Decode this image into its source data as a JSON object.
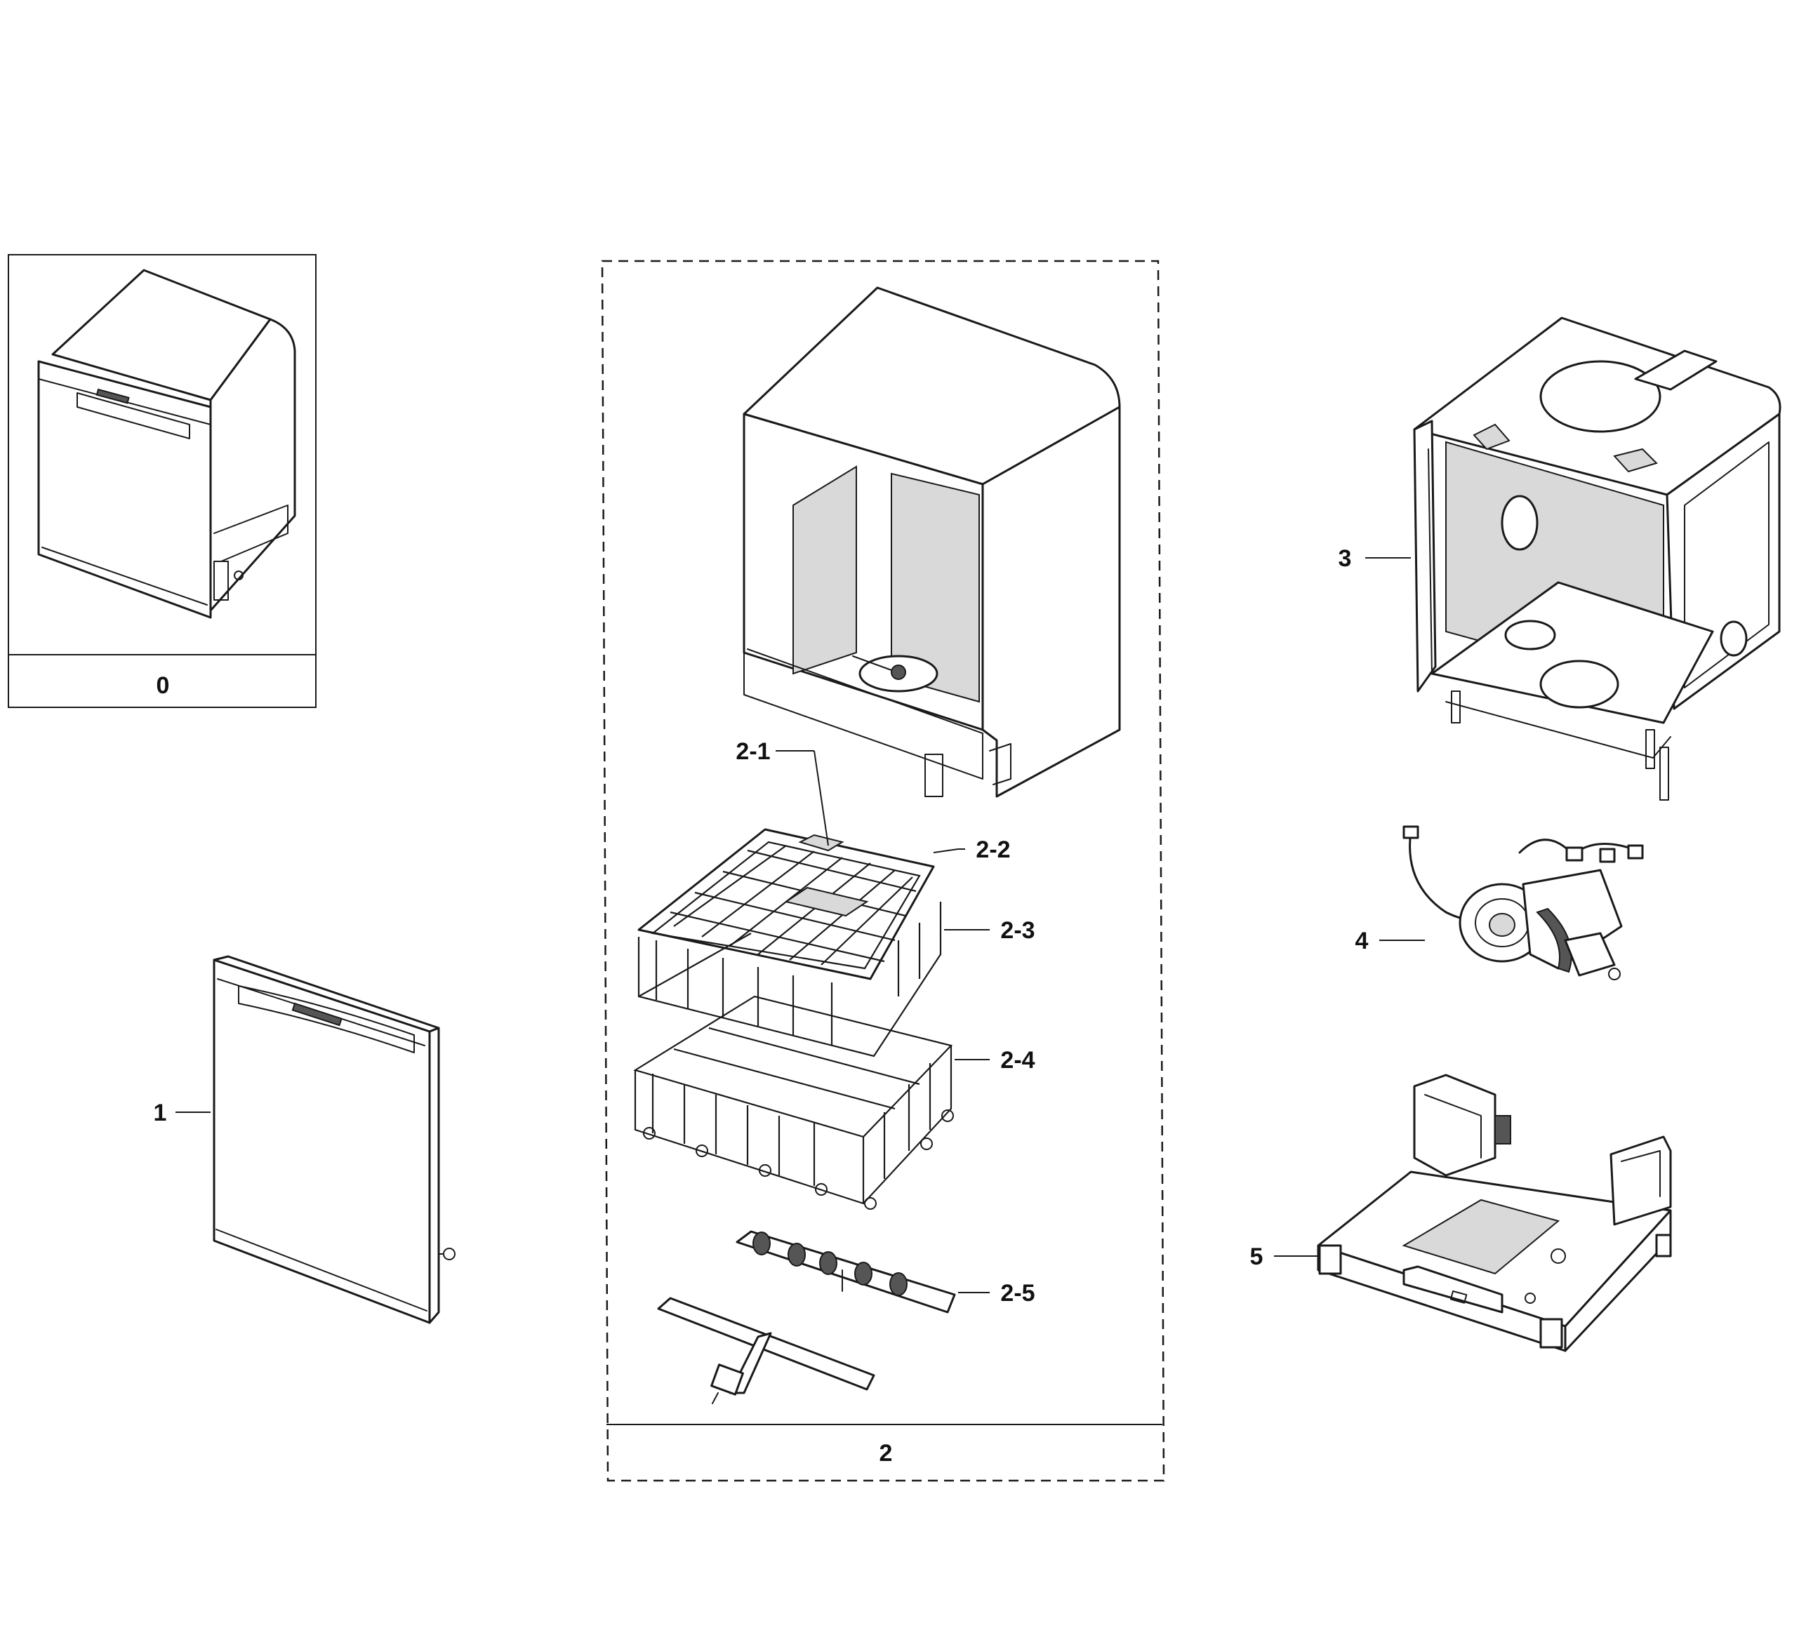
{
  "callouts": {
    "assembly_0": "0",
    "door": "1",
    "tub_assembly": "2",
    "tub_2_1": "2-1",
    "tub_2_2": "2-2",
    "tub_2_3": "2-3",
    "tub_2_4": "2-4",
    "tub_2_5": "2-5",
    "frame": "3",
    "sump": "4",
    "base": "5"
  }
}
